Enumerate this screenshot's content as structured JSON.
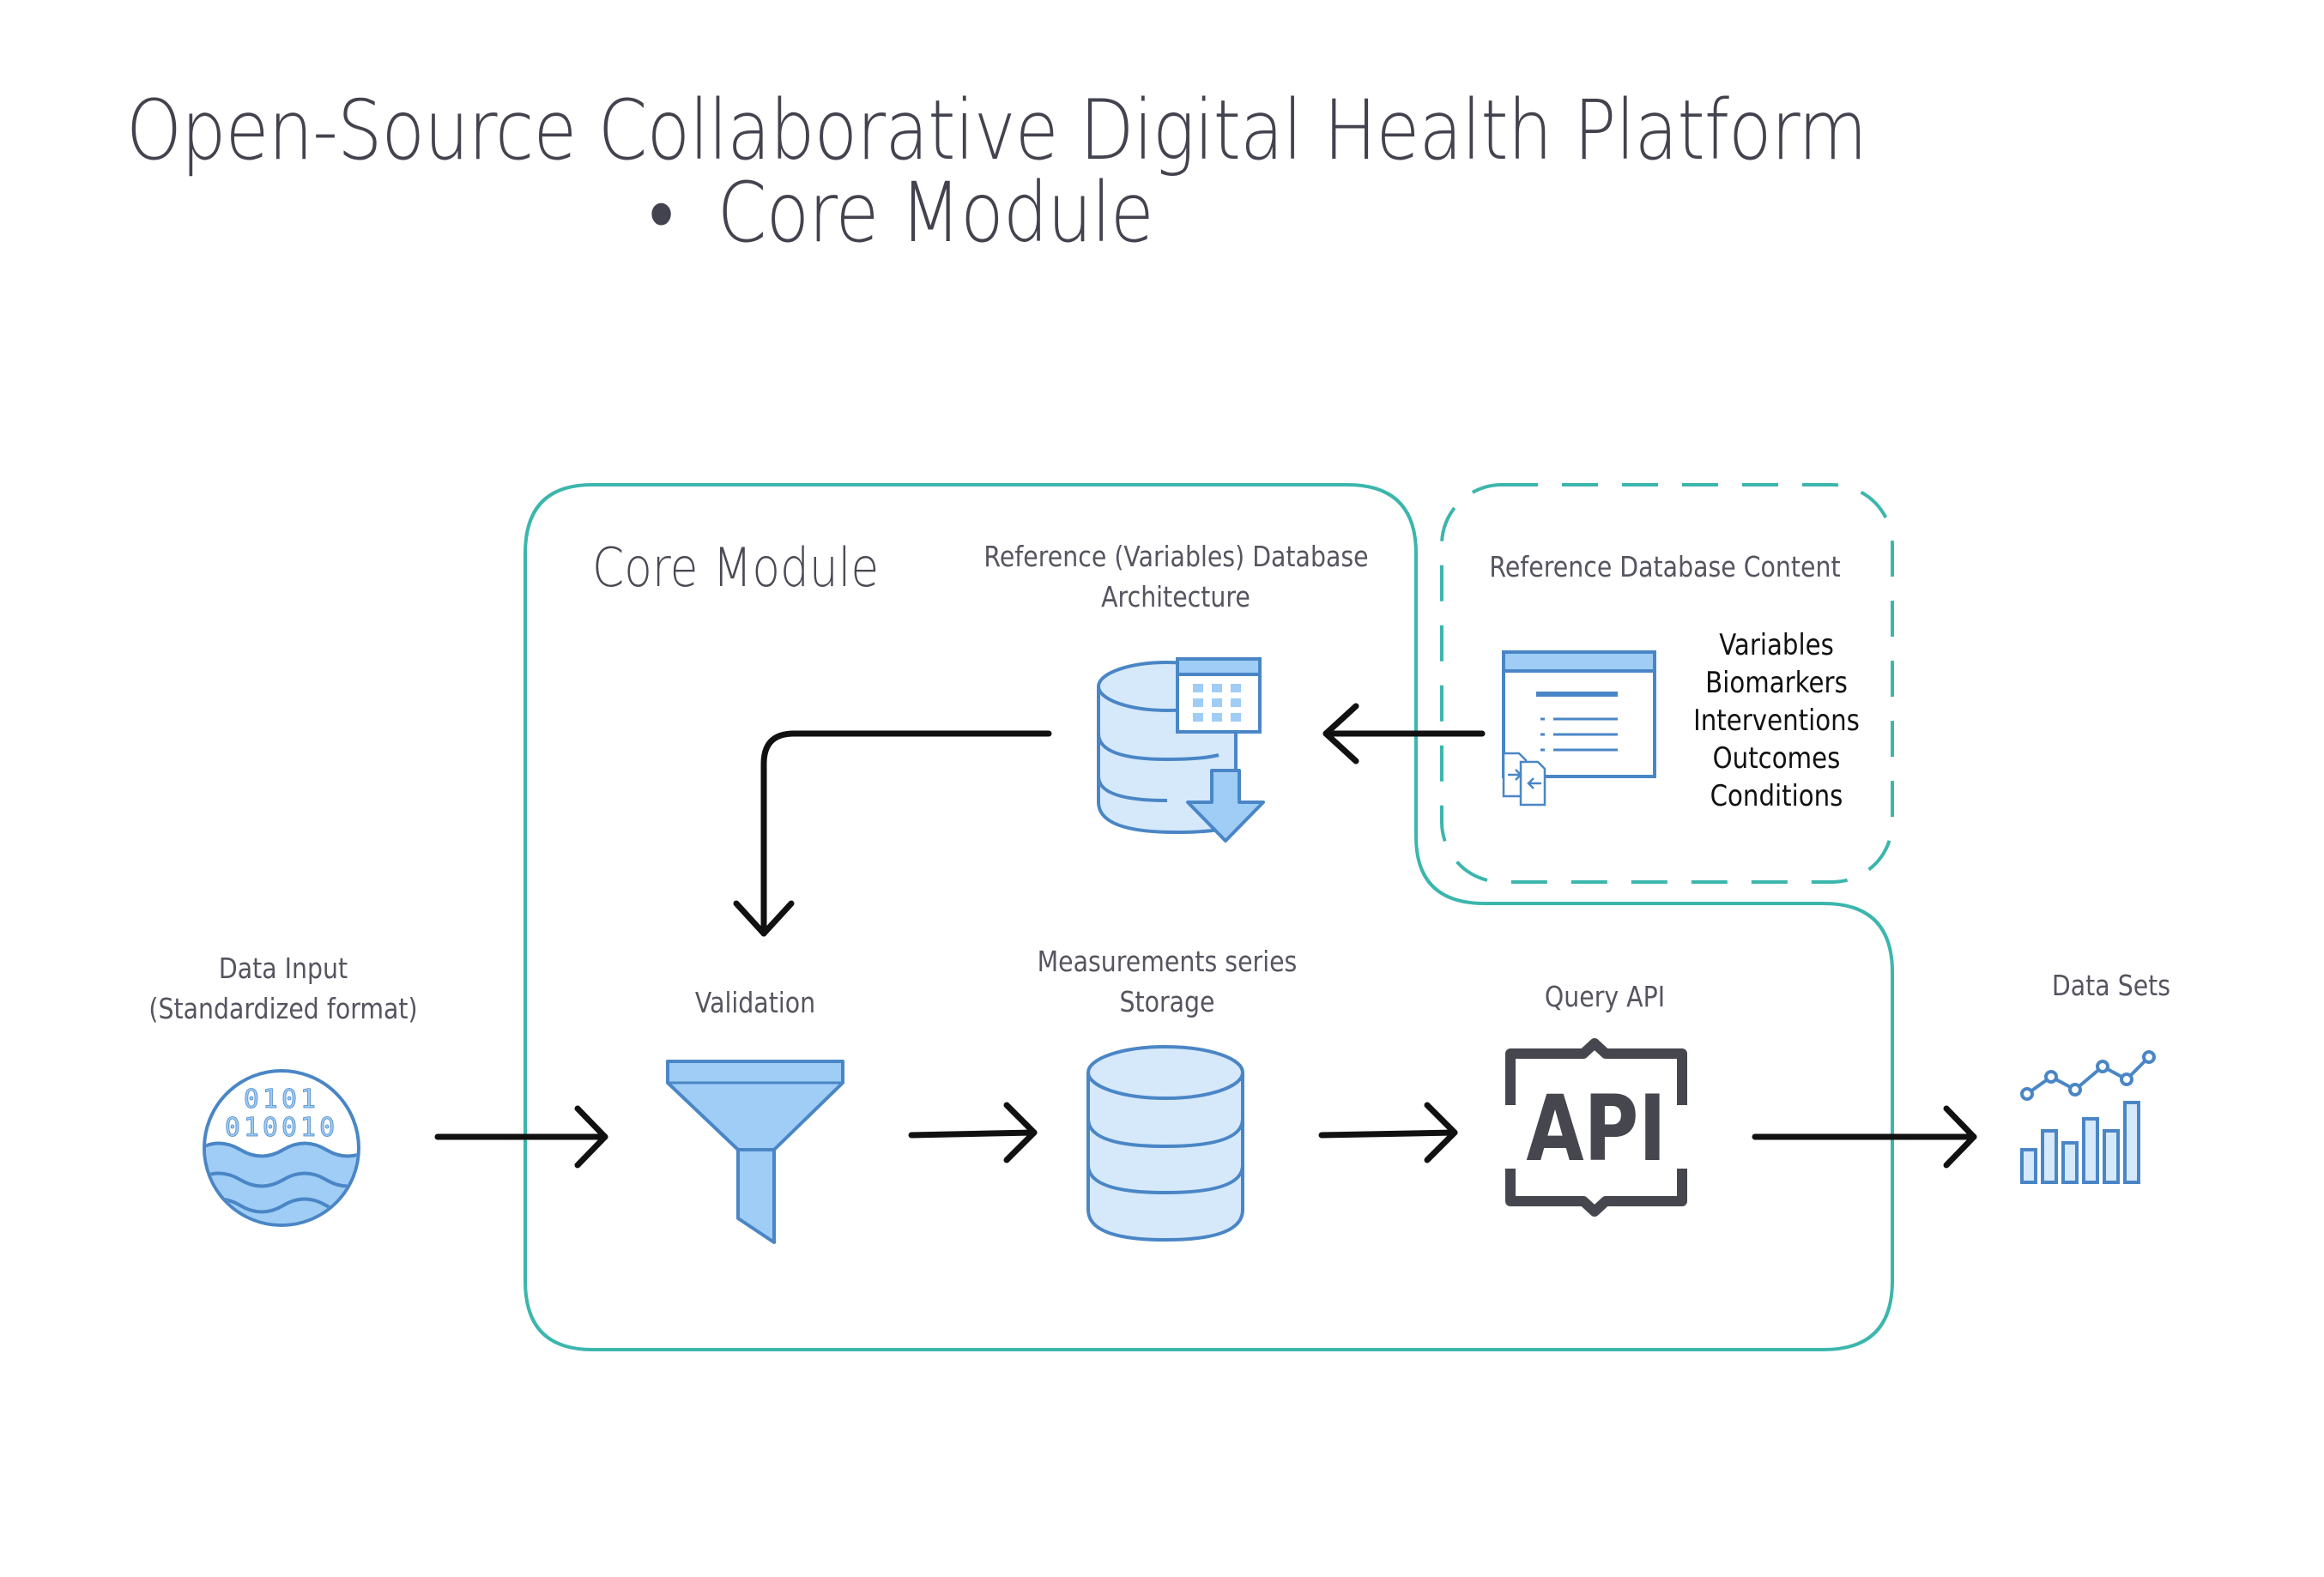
{
  "title": {
    "line1": "Open-Source Collaborative Digital Health Platform",
    "bullet": "•",
    "line2": "Core Module"
  },
  "core_module": {
    "label": "Core Module"
  },
  "reference_db": {
    "line1": "Reference (Variables) Database",
    "line2": "Architecture"
  },
  "reference_content": {
    "label": "Reference Database Content",
    "items": [
      "Variables",
      "Biomarkers",
      "Interventions",
      "Outcomes",
      "Conditions"
    ]
  },
  "data_input": {
    "line1": "Data Input",
    "line2": "(Standardized format)",
    "icon_bits_1": "0101",
    "icon_bits_2": "010010"
  },
  "validation": {
    "label": "Validation"
  },
  "storage": {
    "line1": "Measurements series",
    "line2": "Storage"
  },
  "query_api": {
    "label": "Query API",
    "icon_text": "API"
  },
  "data_sets": {
    "label": "Data Sets"
  },
  "colors": {
    "teal": "#3cb6ad",
    "icon_blue": "#4a86c6",
    "icon_fill": "#d6e9fb",
    "icon_fill_dark": "#9fcdf6",
    "arrow": "#111111",
    "api_gray": "#46464e"
  }
}
